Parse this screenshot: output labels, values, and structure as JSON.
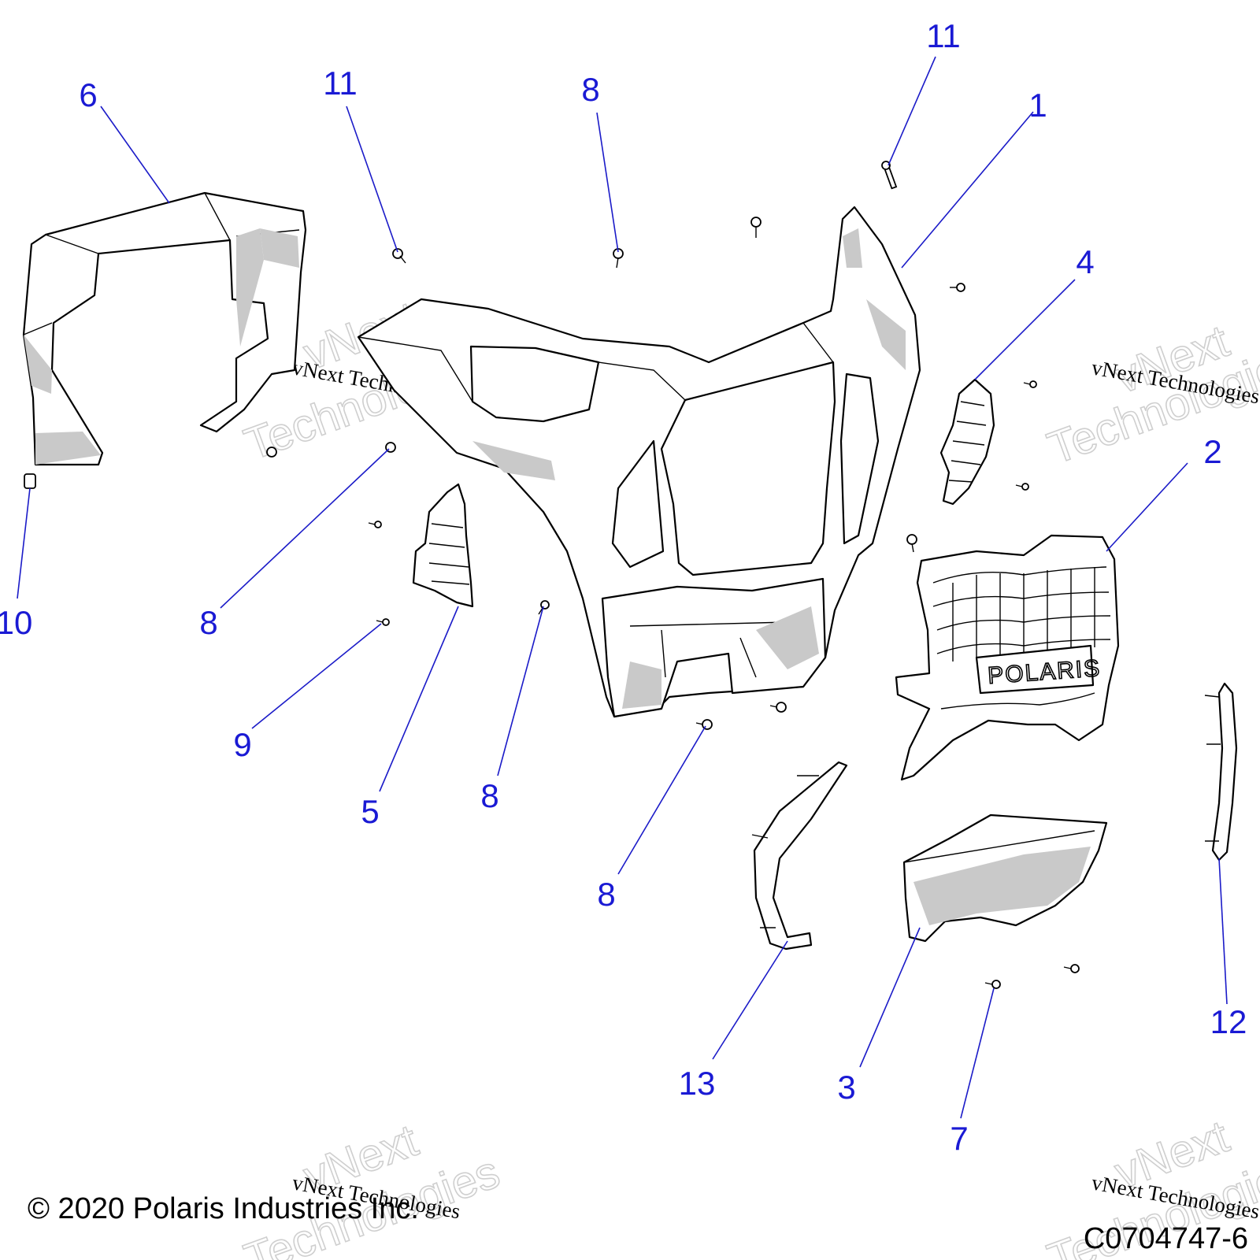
{
  "copyright": "© 2020 Polaris Industries Inc.",
  "drawing_number": "C0704747-6",
  "grille_logo_text": "POLARIS",
  "watermark": {
    "small_text": "vNext Technologies",
    "outline_line1": "vNext",
    "outline_line2": "Technologies"
  },
  "callouts": [
    {
      "label": "1",
      "part": "front-fascia"
    },
    {
      "label": "2",
      "part": "grille"
    },
    {
      "label": "3",
      "part": "lower-skid-panel"
    },
    {
      "label": "4",
      "part": "right-inner-bracket"
    },
    {
      "label": "5",
      "part": "left-inner-bracket"
    },
    {
      "label": "6",
      "part": "air-duct-shroud"
    },
    {
      "label": "7",
      "part": "screw"
    },
    {
      "label": "8",
      "part": "screw"
    },
    {
      "label": "8",
      "part": "screw"
    },
    {
      "label": "8",
      "part": "screw"
    },
    {
      "label": "8",
      "part": "screw"
    },
    {
      "label": "9",
      "part": "screw"
    },
    {
      "label": "10",
      "part": "push-rivet"
    },
    {
      "label": "11",
      "part": "bolt"
    },
    {
      "label": "11",
      "part": "bolt"
    },
    {
      "label": "12",
      "part": "right-trim-strip"
    },
    {
      "label": "13",
      "part": "left-trim-strip"
    }
  ]
}
